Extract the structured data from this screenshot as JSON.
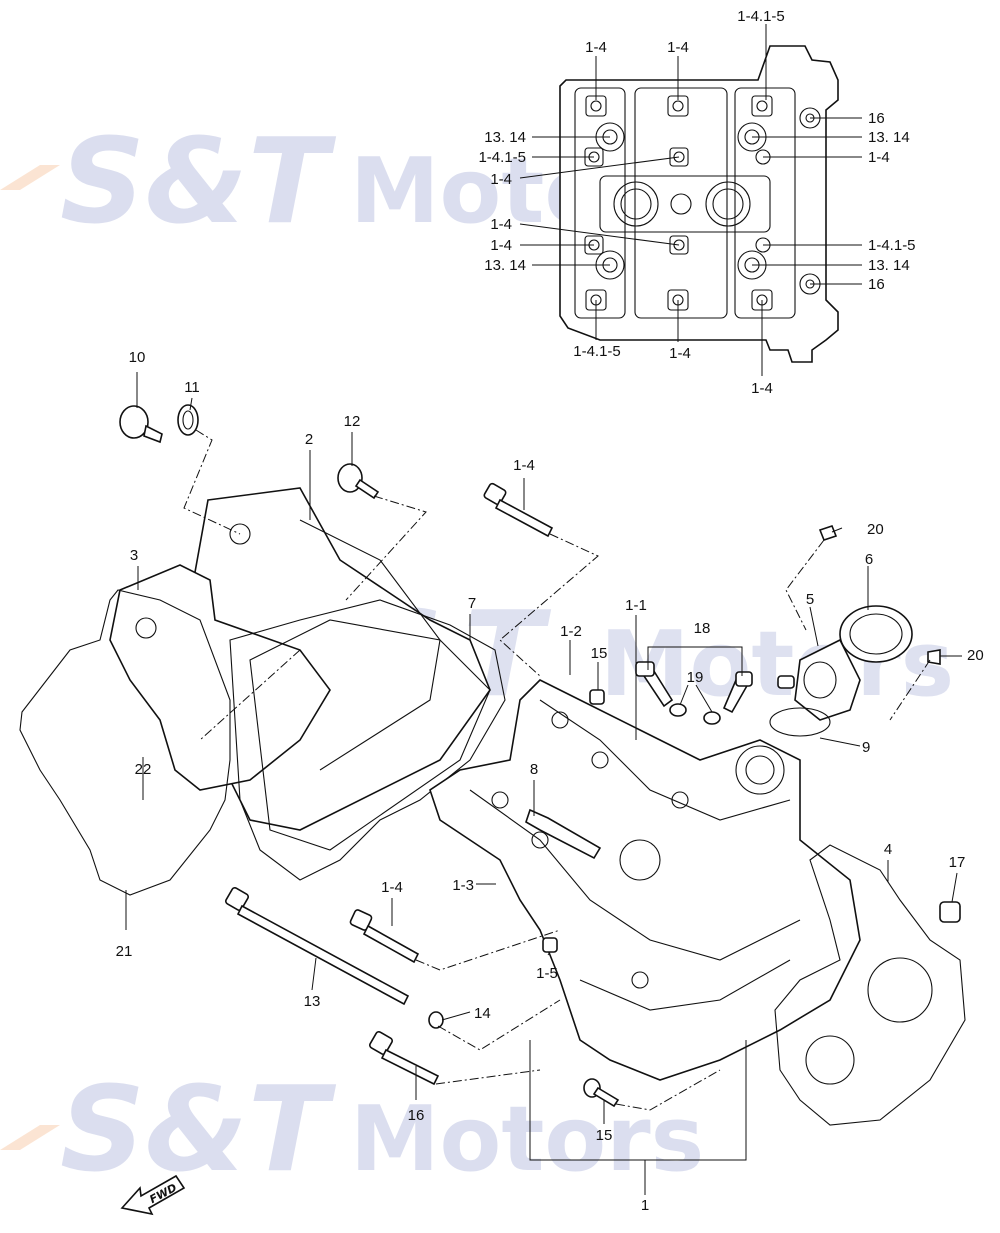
{
  "watermark": {
    "text": "S&T",
    "suffix": "Motors",
    "color": "#5f6fb8",
    "accent": "#f08a3a"
  },
  "fwd_label": "FWD",
  "labels": {
    "t_1_4_a": "1-4",
    "t_1_4_b": "1-4",
    "t_1_4_1_5_top": "1-4.1-5",
    "t_16_a": "16",
    "t_13_14_l1": "13. 14",
    "t_13_14_r1": "13. 14",
    "t_1_4_1_5_l": "1-4.1-5",
    "t_1_4_r1": "1-4",
    "t_1_4_l2": "1-4",
    "t_1_4_l3": "1-4",
    "t_1_4_l4": "1-4",
    "t_1_4_1_5_r2": "1-4.1-5",
    "t_13_14_l2": "13. 14",
    "t_13_14_r2": "13. 14",
    "t_16_b": "16",
    "t_1_4_1_5_bot": "1-4.1-5",
    "t_1_4_bot_c": "1-4",
    "t_1_4_bot_r": "1-4",
    "p10": "10",
    "p11": "11",
    "p12": "12",
    "p2": "2",
    "p1_4_bolt": "1-4",
    "p20_a": "20",
    "p6": "6",
    "p3": "3",
    "p7": "7",
    "p1_1": "1-1",
    "p1_2": "1-2",
    "p15_a": "15",
    "p18": "18",
    "p5": "5",
    "p20_b": "20",
    "p19": "19",
    "p9": "9",
    "p8": "8",
    "p22": "22",
    "p4": "4",
    "p17": "17",
    "p1_3": "1-3",
    "p1_4_lower": "1-4",
    "p21": "21",
    "p1_5": "1-5",
    "p13": "13",
    "p14": "14",
    "p16": "16",
    "p15_b": "15",
    "p1": "1"
  }
}
